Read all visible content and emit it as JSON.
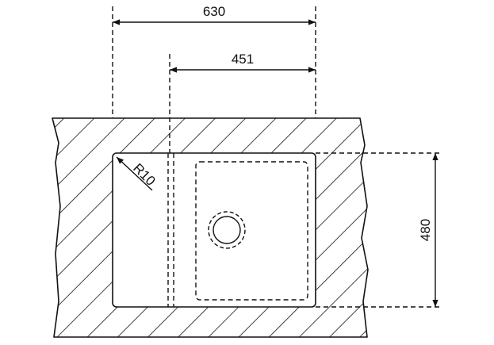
{
  "dimensions": {
    "overall_width": "630",
    "bowl_width": "451",
    "height": "480",
    "corner_radius": "R10"
  },
  "colors": {
    "line": "#111111",
    "background": "#ffffff"
  }
}
